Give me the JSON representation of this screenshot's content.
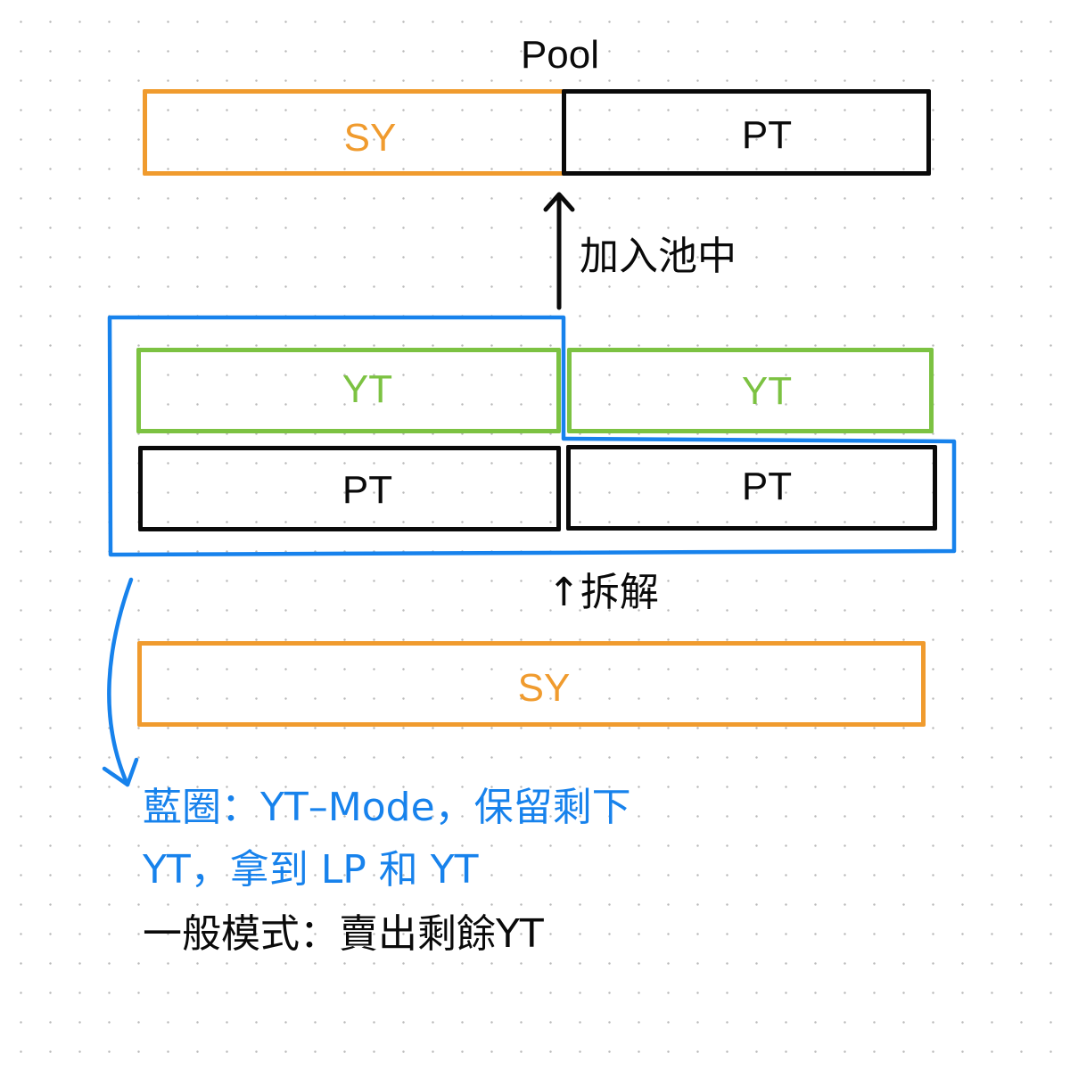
{
  "colors": {
    "sy": "#f09b2e",
    "pt": "#0a0a0a",
    "yt": "#7cc242",
    "yt_mode_outline": "#1782ec"
  },
  "pool": {
    "title": "Pool",
    "left_label": "SY",
    "right_label": "PT"
  },
  "arrow_add_to_pool": {
    "icon": "arrow-up-icon",
    "label": "加入池中"
  },
  "split_row": {
    "yt_left": "YT",
    "yt_right": "YT",
    "pt_left": "PT",
    "pt_right": "PT"
  },
  "arrow_split": {
    "label": "↑拆解"
  },
  "source": {
    "label": "SY"
  },
  "notes": {
    "blue_line1": "藍圈：YT–Mode，保留剩下",
    "blue_line2": "YT，拿到 LP 和 YT",
    "black_line": "一般模式：賣出剩餘YT"
  }
}
